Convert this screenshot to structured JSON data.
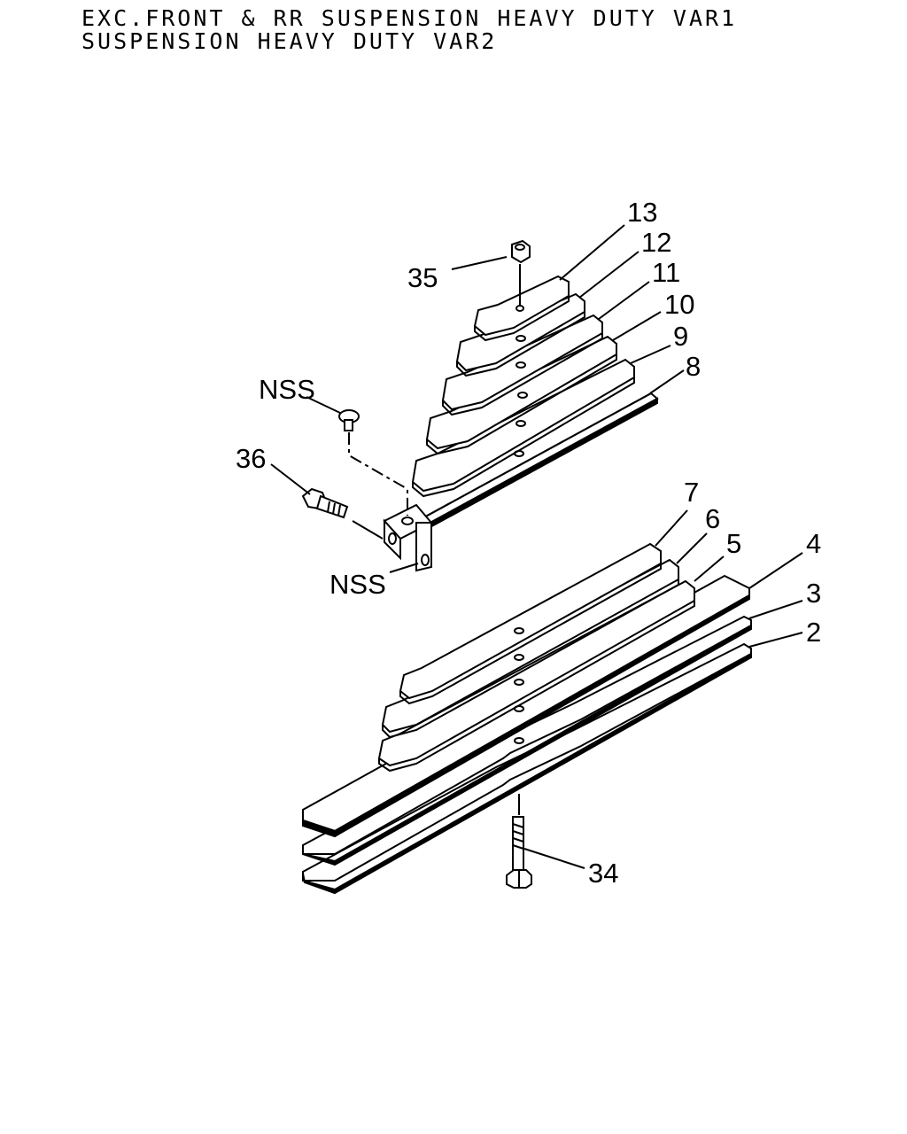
{
  "header": {
    "line1": "EXC.FRONT & RR SUSPENSION HEAVY DUTY VAR1",
    "line2": "SUSPENSION HEAVY DUTY VAR2"
  },
  "callouts": {
    "p13": "13",
    "p12": "12",
    "p11": "11",
    "p10": "10",
    "p9": "9",
    "p8": "8",
    "p35": "35",
    "nss_rivet": "NSS",
    "p36": "36",
    "nss_clip": "NSS",
    "p7": "7",
    "p6": "6",
    "p5": "5",
    "p4": "4",
    "p3": "3",
    "p2": "2",
    "p34": "34"
  }
}
